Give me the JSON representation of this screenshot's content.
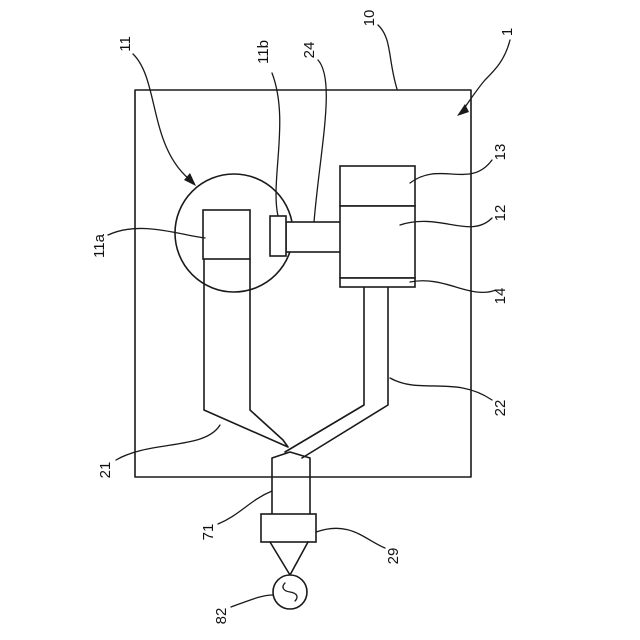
{
  "figure": {
    "labels": {
      "ref_1": "1",
      "ref_10": "10",
      "ref_11": "11",
      "ref_11a": "11a",
      "ref_11b": "11b",
      "ref_12": "12",
      "ref_13": "13",
      "ref_14": "14",
      "ref_21": "21",
      "ref_22": "22",
      "ref_24": "24",
      "ref_29": "29",
      "ref_71": "71",
      "ref_82": "82"
    },
    "colors": {
      "line": "#1a1a1a",
      "background": "#ffffff"
    }
  }
}
